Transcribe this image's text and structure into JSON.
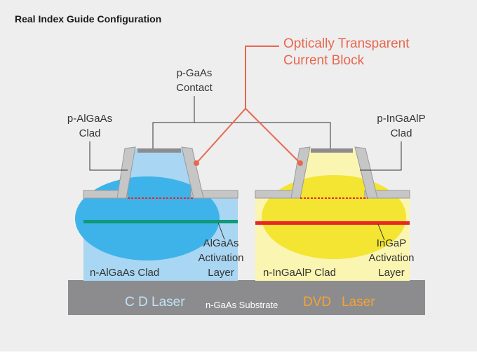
{
  "title": "Real Index Guide Configuration",
  "labels": {
    "block_line1": "Optically Transparent",
    "block_line2": "Current Block",
    "contact_line1": "p-GaAs",
    "contact_line2": "Contact",
    "left_clad_line1": "p-AlGaAs",
    "left_clad_line2": "Clad",
    "right_clad_line1": "p-InGaAlP",
    "right_clad_line2": "Clad",
    "left_active_line1": "AlGaAs",
    "left_active_line2": "Activation",
    "left_active_line3": "Layer",
    "right_active_line1": "InGaP",
    "right_active_line2": "Activation",
    "right_active_line3": "Layer",
    "left_nclad": "n-AlGaAs Clad",
    "right_nclad": "n-InGaAlP Clad",
    "cd_laser": "C D Laser",
    "substrate": "n-GaAs Substrate",
    "dvd_part1": "DVD",
    "dvd_part2": "Laser"
  },
  "colors": {
    "background": "#eeeeee",
    "substrate": "#8c8c8e",
    "cd_block": "#a9d6f2",
    "cd_ellipse": "#3db3ea",
    "cd_active_line": "#0f9a79",
    "dvd_block": "#fbf5b2",
    "dvd_ellipse": "#f3e531",
    "dvd_active_line": "#e8262a",
    "current_block_gray": "#c6c6c6",
    "leader_red": "#e8674e",
    "cd_laser_text": "#bfe3f5",
    "dvd_laser_text": "#f5a233"
  }
}
